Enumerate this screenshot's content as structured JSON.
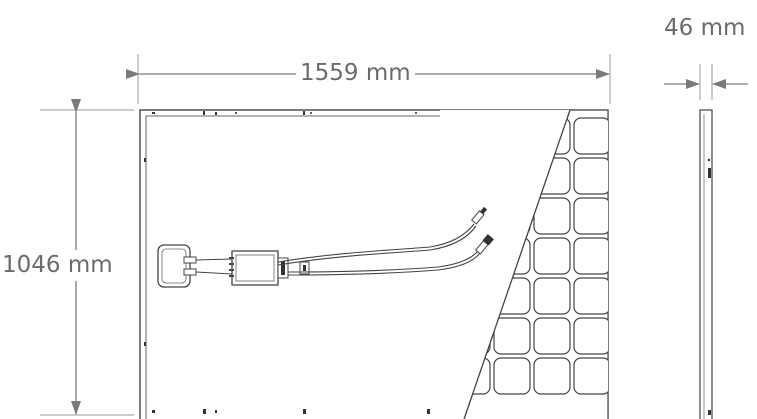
{
  "dimensions": {
    "width_label": "1559 mm",
    "height_label": "1046 mm",
    "depth_label": "46 mm"
  },
  "colors": {
    "line": "#444444",
    "dimension": "#7a7a7a",
    "text": "#6b6b6b"
  },
  "cells": {
    "columns": 4,
    "rows": 7
  }
}
